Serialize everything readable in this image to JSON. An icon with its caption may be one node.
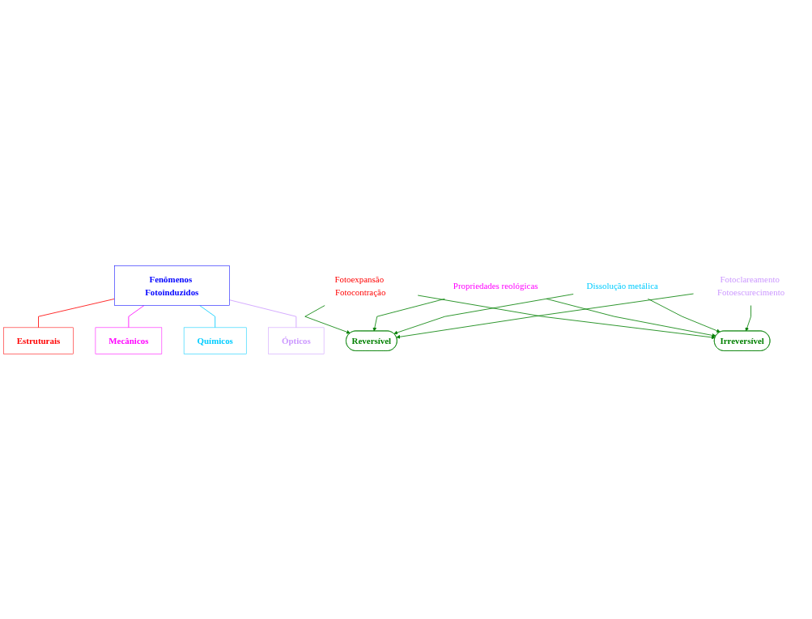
{
  "diagram": {
    "nodes": [
      {
        "text": [
          "Fenômenos Fotoinduzidos"
        ]
      },
      {
        "text": [
          "Estruturais"
        ]
      },
      {
        "text": [
          "Mecânicos"
        ]
      },
      {
        "text": [
          "Químicos"
        ]
      },
      {
        "text": [
          "Ópticos"
        ]
      },
      {
        "text": [
          "Fotoexpansão Fotocontração"
        ]
      },
      {
        "text": [
          "Propriedades reológicas"
        ]
      },
      {
        "text": [
          "Dissolução metálica"
        ]
      },
      {
        "text": [
          "Fotoclareamento Fotoescurecimento"
        ]
      },
      {
        "text": [
          "Reversível"
        ]
      },
      {
        "text": [
          "Irreversível"
        ]
      }
    ],
    "edges": [
      {
        "from": 0,
        "to": 1,
        "arrow": "none",
        "color": "#ff0000"
      },
      {
        "from": 0,
        "to": 2,
        "arrow": "none",
        "color": "#ff00ff"
      },
      {
        "from": 0,
        "to": 3,
        "arrow": "none",
        "color": "#00ccff"
      },
      {
        "from": 0,
        "to": 4,
        "arrow": "none",
        "color": "#cc99ff"
      },
      {
        "from": 5,
        "to": 9,
        "arrow": "to",
        "color": "#008000"
      },
      {
        "from": 5,
        "to": 10,
        "arrow": "to",
        "color": "#008000"
      },
      {
        "from": 6,
        "to": 9,
        "arrow": "to",
        "color": "#008000"
      },
      {
        "from": 6,
        "to": 10,
        "arrow": "to",
        "color": "#008000"
      },
      {
        "from": 7,
        "to": 9,
        "arrow": "to",
        "color": "#008000"
      },
      {
        "from": 7,
        "to": 10,
        "arrow": "to",
        "color": "#008000"
      },
      {
        "from": 8,
        "to": 9,
        "arrow": "to",
        "color": "#008000"
      },
      {
        "from": 8,
        "to": 10,
        "arrow": "to",
        "color": "#008000"
      }
    ]
  }
}
